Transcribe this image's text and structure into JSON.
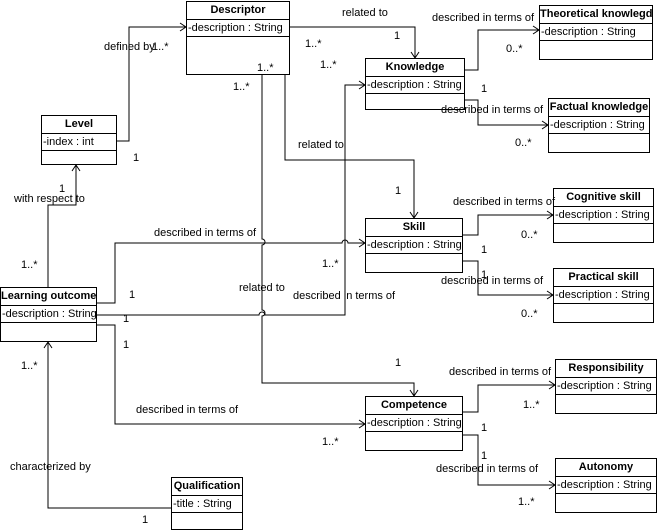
{
  "classes": [
    {
      "id": "descriptor",
      "name": "Descriptor",
      "attribute": "-description : String"
    },
    {
      "id": "knowledge",
      "name": "Knowledge",
      "attribute": "-description : String"
    },
    {
      "id": "theoretical",
      "name": "Theoretical knowlegde",
      "attribute": "-description : String"
    },
    {
      "id": "factual",
      "name": "Factual knowledge",
      "attribute": "-description : String"
    },
    {
      "id": "level",
      "name": "Level",
      "attribute": "-index : int"
    },
    {
      "id": "skill",
      "name": "Skill",
      "attribute": "-description : String"
    },
    {
      "id": "cognitive",
      "name": "Cognitive skill",
      "attribute": "-description : String"
    },
    {
      "id": "practical",
      "name": "Practical skill",
      "attribute": "-description : String"
    },
    {
      "id": "learning",
      "name": "Learning outcome",
      "attribute": "-description : String"
    },
    {
      "id": "competence",
      "name": "Competence",
      "attribute": "-description : String"
    },
    {
      "id": "responsibility",
      "name": "Responsibility",
      "attribute": "-description : String"
    },
    {
      "id": "autonomy",
      "name": "Autonomy",
      "attribute": "-description : String"
    },
    {
      "id": "qualification",
      "name": "Qualification",
      "attribute": "-title : String"
    }
  ],
  "labels": {
    "related_to_knowledge": "related to",
    "related_to_skill": "related to",
    "related_to_competence": "related to",
    "defined_by": "defined by",
    "with_respect_to": "with respect to",
    "characterized_by": "characterized by",
    "lo_skill": "described in terms of",
    "lo_knowledge": "described in terms of",
    "lo_competence": "described in terms of",
    "k_theoretical": "described in terms of",
    "k_factual": "described in terms of",
    "s_cognitive": "described in terms of",
    "s_practical": "described in terms of",
    "c_responsibility": "described in terms of",
    "c_autonomy": "described in terms of"
  },
  "multiplicities": {
    "m_defined_by": "1..*",
    "m_desc_k1": "1..*",
    "m_desc_k2": "1..*",
    "m_desc_s": "1..*",
    "m_desc_c": "1..*",
    "m_k_end": "1",
    "m_s_end": "1",
    "m_c_end": "1",
    "m_level_1": "1",
    "m_level_2": "1",
    "m_lo_respect": "1..*",
    "m_lo_s": "1",
    "m_lo_k": "1",
    "m_lo_c": "1",
    "m_s_lo": "1..*",
    "m_c_lo": "1..*",
    "m_k_t_src": "1",
    "m_k_t": "0..*",
    "m_k_f": "0..*",
    "m_s_cog_src": "1",
    "m_s_cog": "0..*",
    "m_s_pr_src": "1",
    "m_s_pr": "0..*",
    "m_c_r_src": "1",
    "m_c_r": "1..*",
    "m_c_a_src": "1",
    "m_c_a": "1..*",
    "m_lo_q": "1..*",
    "m_q": "1"
  }
}
